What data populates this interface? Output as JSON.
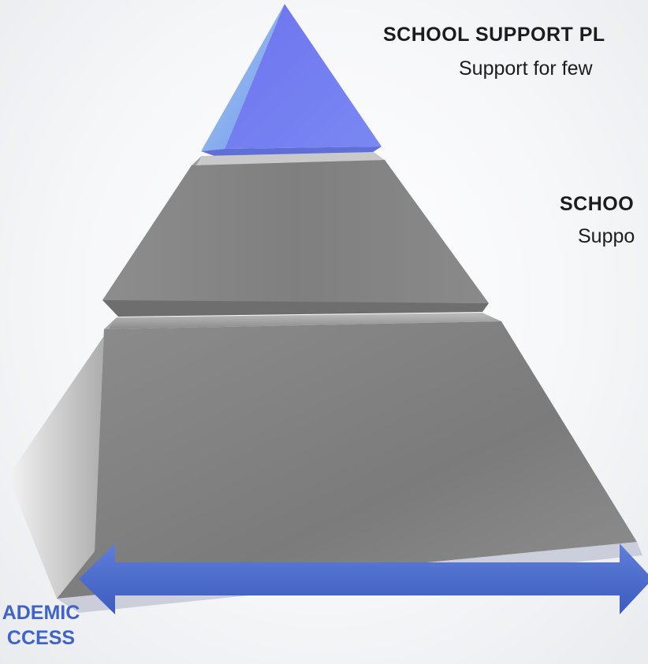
{
  "diagram": {
    "tiers": [
      {
        "title": "SCHOOL SUPPORT PL",
        "subtitle": "Support for few",
        "color": "#6f7ff0"
      },
      {
        "title": "SCHOO",
        "subtitle": "Suppo",
        "color": "#8e8e8e"
      },
      {
        "title": "",
        "subtitle": "",
        "color": "#8e8e8e"
      }
    ],
    "axis": {
      "line1": "ADEMIC",
      "line2": "CCESS",
      "color": "#4a67c9"
    }
  }
}
